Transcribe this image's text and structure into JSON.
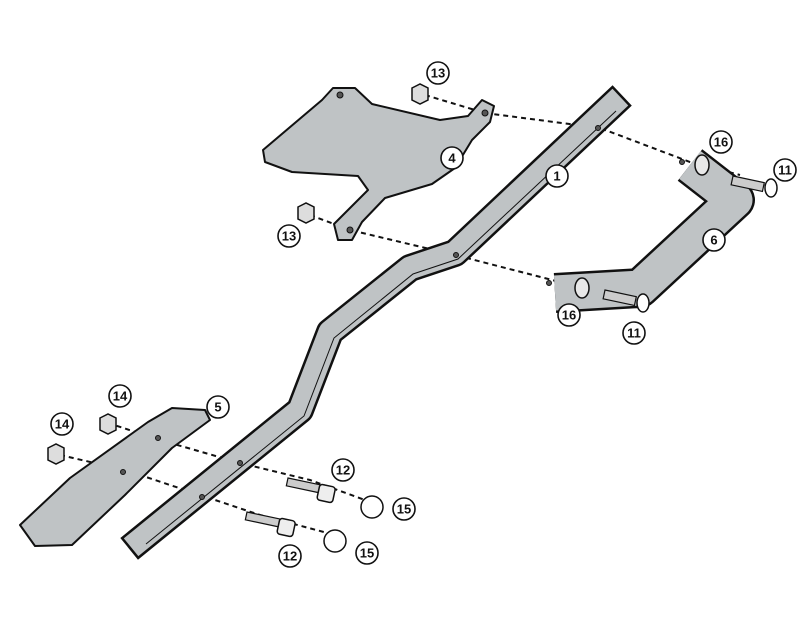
{
  "diagram": {
    "type": "exploded-assembly",
    "callouts": [
      {
        "label": "13"
      },
      {
        "label": "4"
      },
      {
        "label": "1"
      },
      {
        "label": "16"
      },
      {
        "label": "11"
      },
      {
        "label": "6"
      },
      {
        "label": "16"
      },
      {
        "label": "11"
      },
      {
        "label": "13"
      },
      {
        "label": "14"
      },
      {
        "label": "5"
      },
      {
        "label": "14"
      },
      {
        "label": "12"
      },
      {
        "label": "15"
      },
      {
        "label": "12"
      },
      {
        "label": "15"
      }
    ],
    "colors": {
      "part": "#bfc3c5",
      "outline": "#111111",
      "background": "#ffffff"
    }
  }
}
